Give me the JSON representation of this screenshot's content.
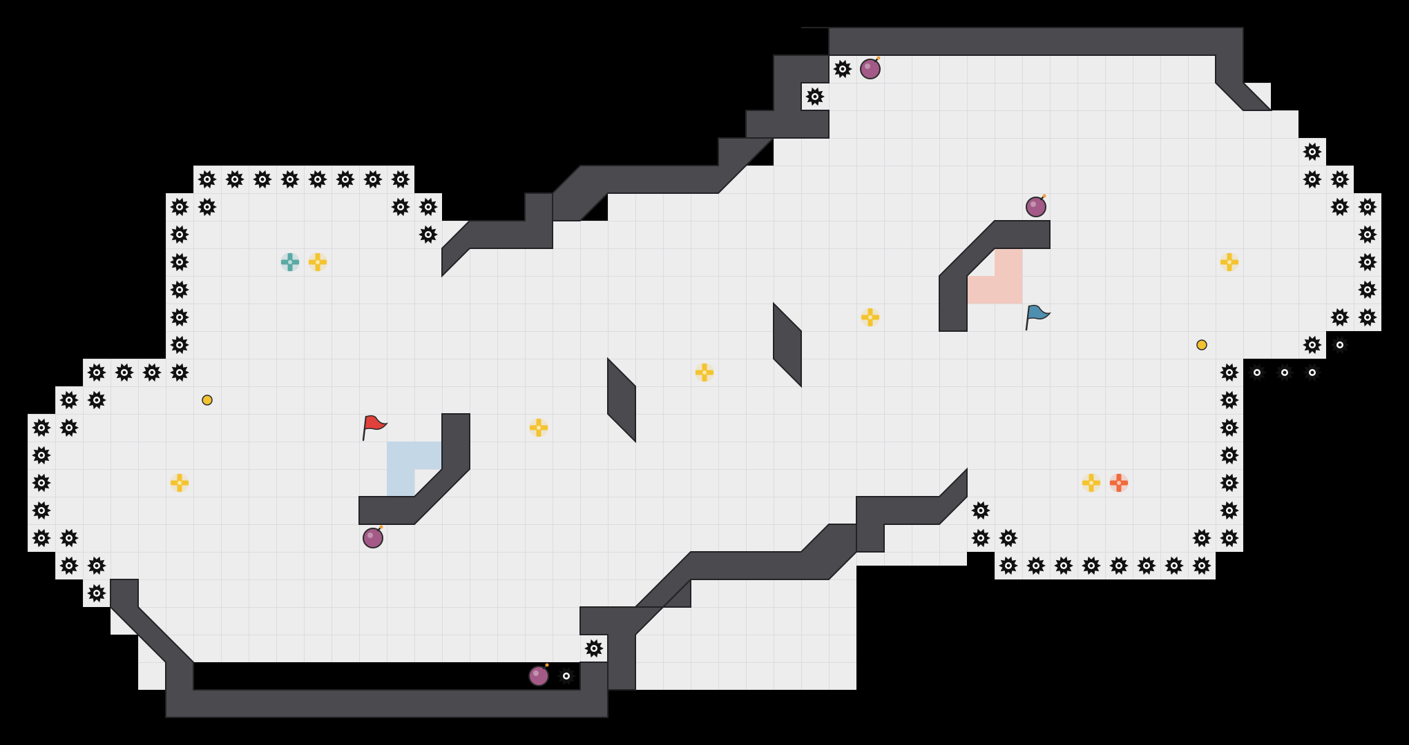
{
  "game": {
    "title": "",
    "colors": {
      "background": "#000000",
      "floor": "#ededee",
      "grid_line": "#d2d2d6",
      "wall": "#4a4a4f",
      "wall_edge": "#232326",
      "spike": "#111111",
      "base_red_tint": "#f2c9be",
      "base_blue_tint": "#c4d7e6",
      "powerup_yellow": "#f4c430",
      "powerup_teal": "#5aa9a3",
      "powerup_orange": "#f06a3c",
      "bomb": "#a35a86",
      "flag_red": "#e0413a",
      "flag_blue": "#4e8fb0",
      "token": "#f1c232"
    },
    "tile_size_px": 40,
    "objects": [
      {
        "kind": "flag",
        "team": "red",
        "icon": "red-flag-icon"
      },
      {
        "kind": "flag",
        "team": "blue",
        "icon": "blue-flag-icon"
      },
      {
        "kind": "powerup",
        "color": "teal",
        "icon": "teal-powerup-icon"
      },
      {
        "kind": "powerup",
        "color": "orange",
        "icon": "orange-powerup-icon"
      },
      {
        "kind": "powerup",
        "color": "yellow",
        "icon": "yellow-powerup-icon"
      },
      {
        "kind": "bomb",
        "icon": "bomb-icon"
      },
      {
        "kind": "spike",
        "icon": "spike-icon"
      },
      {
        "kind": "token",
        "icon": "token-icon"
      }
    ]
  }
}
